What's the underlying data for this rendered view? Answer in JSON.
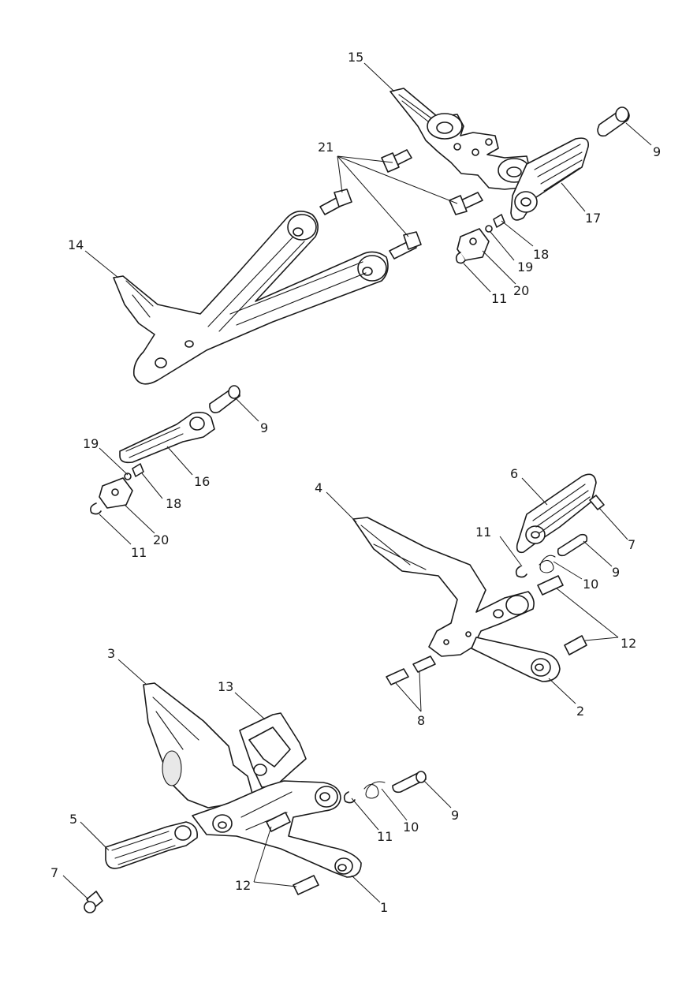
{
  "callouts": {
    "c1": "1",
    "c2": "2",
    "c3": "3",
    "c4": "4",
    "c5": "5",
    "c6": "6",
    "c7a": "7",
    "c7b": "7",
    "c8": "8",
    "c9a": "9",
    "c9b": "9",
    "c9c": "9",
    "c9d": "9",
    "c10a": "10",
    "c10b": "10",
    "c11a": "11",
    "c11b": "11",
    "c11c": "11",
    "c11d": "11",
    "c12a": "12",
    "c12b": "12",
    "c13": "13",
    "c14": "14",
    "c15": "15",
    "c16": "16",
    "c17": "17",
    "c18a": "18",
    "c18b": "18",
    "c19a": "19",
    "c19b": "19",
    "c20a": "20",
    "c20b": "20",
    "c21": "21"
  },
  "colors": {
    "line": "#1a1a1a",
    "fill": "#ffffff",
    "shade": "#e8e8e8"
  }
}
